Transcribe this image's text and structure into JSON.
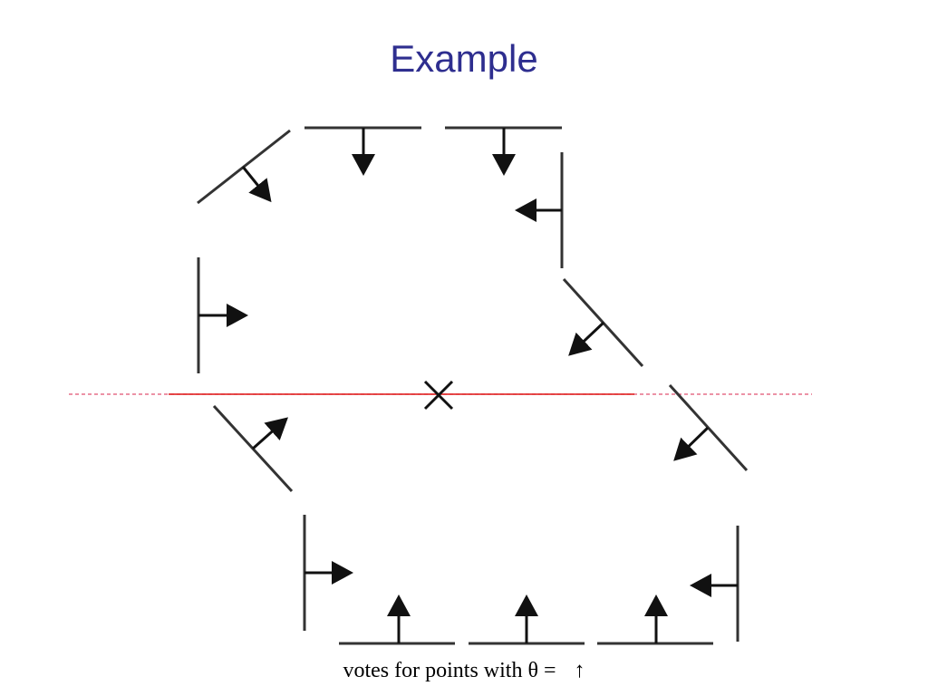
{
  "title": "Example",
  "caption": {
    "text": "votes for points with θ =",
    "arrow_symbol": "↑"
  },
  "colors": {
    "title": "#2e2e8f",
    "edges": "#333333",
    "arrows": "#111111",
    "scanline_dashed": "#e05070",
    "scanline_solid": "#dd1111",
    "reference_point": "#111111"
  },
  "icons": {
    "reference_point": "x-mark-icon",
    "edge_gradient": "arrow-icon"
  },
  "edge_elements": [
    "top-left-diagonal",
    "top-left-horizontal",
    "top-right-horizontal",
    "right-upper-vertical",
    "left-upper-vertical",
    "right-middle-diagonal",
    "left-lower-diagonal",
    "right-lower-diagonal",
    "left-lower-vertical",
    "right-lower-vertical",
    "bottom-left-horizontal",
    "bottom-middle-horizontal",
    "bottom-right-horizontal"
  ]
}
